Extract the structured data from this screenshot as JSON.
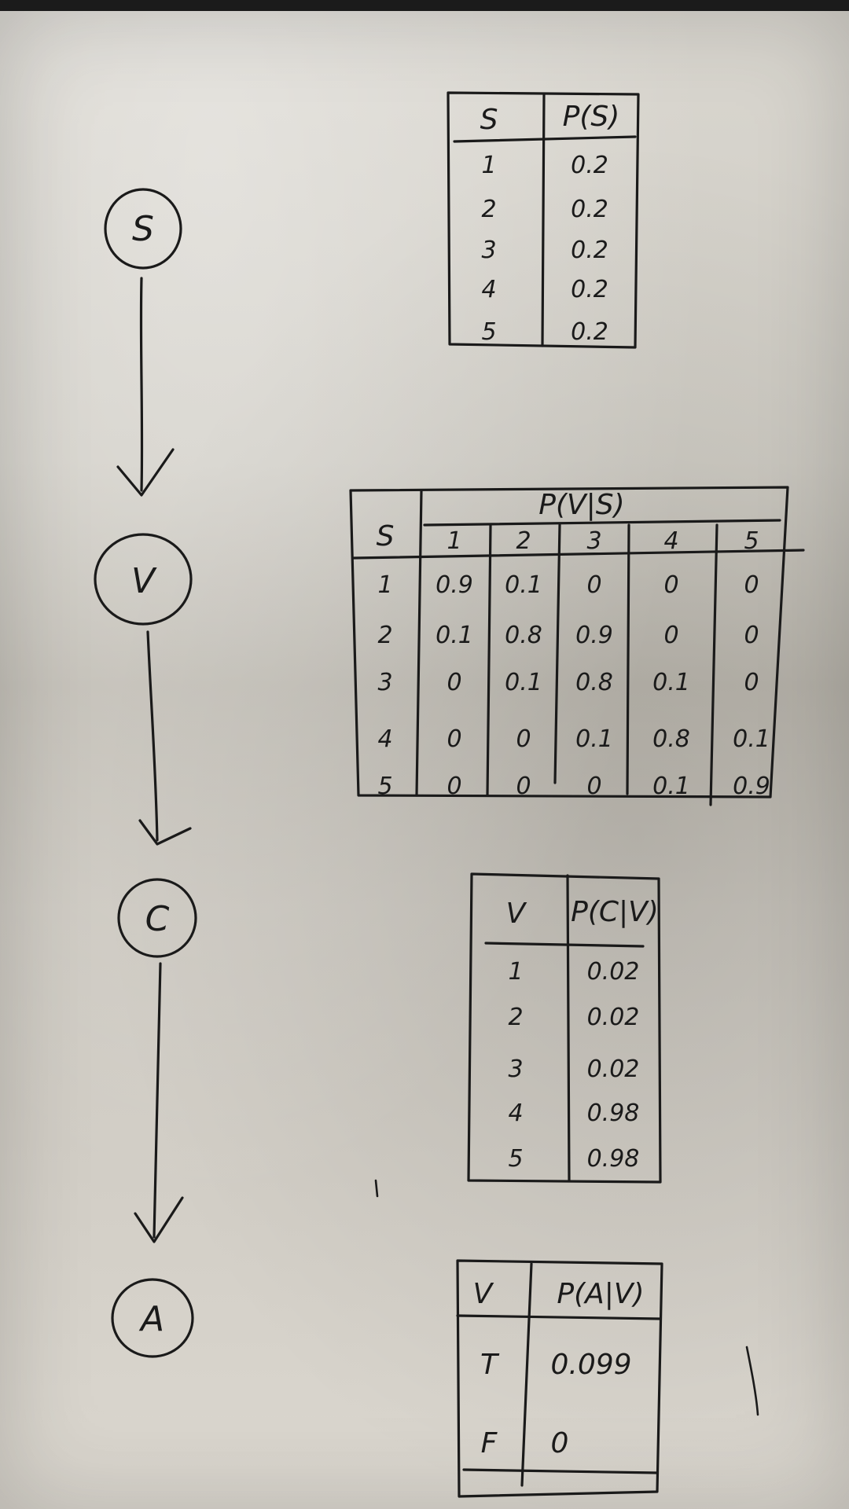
{
  "nodes": [
    {
      "id": "s-node",
      "label": "S"
    },
    {
      "id": "v-node",
      "label": "V"
    },
    {
      "id": "c-node",
      "label": "C"
    },
    {
      "id": "a-node",
      "label": "A"
    }
  ],
  "tables": {
    "ps": {
      "headers": [
        "S",
        "P(S)"
      ],
      "rows": [
        [
          "1",
          "0.2"
        ],
        [
          "2",
          "0.2"
        ],
        [
          "3",
          "0.2"
        ],
        [
          "4",
          "0.2"
        ],
        [
          "5",
          "0.2"
        ]
      ]
    },
    "pvs": {
      "row_header": "S",
      "group_header": "P(V|S)",
      "col_headers": [
        "1",
        "2",
        "3",
        "4",
        "5"
      ],
      "rows": [
        {
          "s": "1",
          "values": [
            "0.9",
            "0.1",
            "0",
            "0",
            "0"
          ]
        },
        {
          "s": "2",
          "values": [
            "0.1",
            "0.8",
            "0.9",
            "0",
            "0"
          ]
        },
        {
          "s": "3",
          "values": [
            "0",
            "0.1",
            "0.8",
            "0.1",
            "0"
          ]
        },
        {
          "s": "4",
          "values": [
            "0",
            "0",
            "0.1",
            "0.8",
            "0.1"
          ]
        },
        {
          "s": "5",
          "values": [
            "0",
            "0",
            "0",
            "0.1",
            "0.9"
          ]
        }
      ]
    },
    "pcv": {
      "headers": [
        "V",
        "P(C|V)"
      ],
      "rows": [
        [
          "1",
          "0.02"
        ],
        [
          "2",
          "0.02"
        ],
        [
          "3",
          "0.02"
        ],
        [
          "4",
          "0.98"
        ],
        [
          "5",
          "0.98"
        ]
      ]
    },
    "pav": {
      "headers": [
        "V",
        "P(A|V)"
      ],
      "rows": [
        [
          "T",
          "0.099"
        ],
        [
          "F",
          "0"
        ]
      ]
    }
  }
}
